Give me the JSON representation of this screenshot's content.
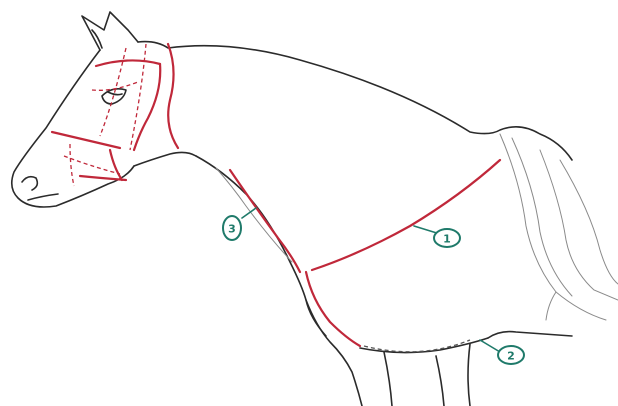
{
  "colors": {
    "measure_line": "#c0283a",
    "marker": "#1f7a6a",
    "outline": "#2b2b2b",
    "background": "#ffffff"
  },
  "markers": [
    {
      "label": "1",
      "points_to": "girth"
    },
    {
      "label": "2",
      "points_to": "belly"
    },
    {
      "label": "3",
      "points_to": "chest"
    }
  ]
}
